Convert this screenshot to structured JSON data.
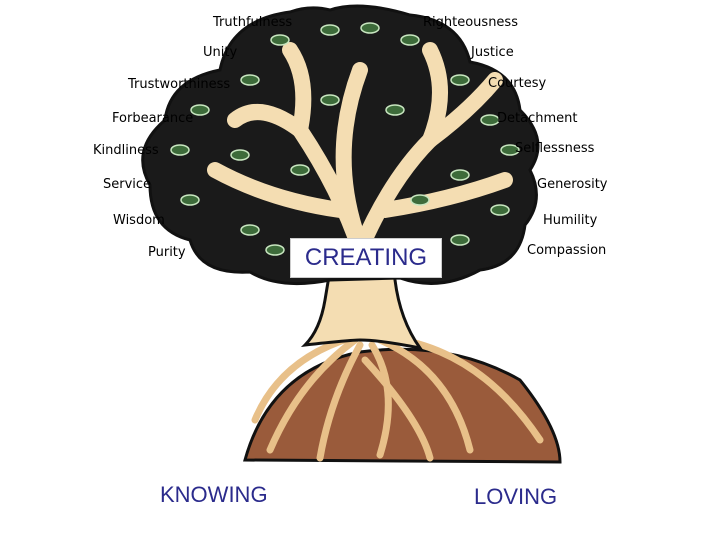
{
  "virtues_left": [
    "Truthfulness",
    "Unity",
    "Trustworthiness",
    "Forbearance",
    "Kindliness",
    "Service",
    "Wisdom",
    "Purity"
  ],
  "virtues_right": [
    "Righteousness",
    "Justice",
    "Courtesy",
    "Detachment",
    "Selflessness",
    "Generosity",
    "Humility",
    "Compassion"
  ],
  "center_label": "CREATING",
  "bottom_left_label": "KNOWING",
  "bottom_right_label": "LOVING",
  "colors": {
    "label_blue": "#2b2b8c",
    "trunk": "#f4ddb2",
    "foliage_dark": "#1a1a1a",
    "leaf": "#3d6b3a",
    "leaf_highlight": "#c8e6c0",
    "soil": "#9a5b3b",
    "roots": "#e8c089"
  },
  "icons": [
    "tree-illustration"
  ]
}
